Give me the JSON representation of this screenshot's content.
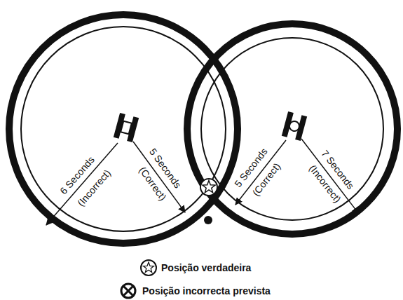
{
  "diagram": {
    "labels": [
      "6 Seconds",
      "(Incorrect)",
      "5 Seconds",
      "(Correct)",
      "5 Seconds",
      "(Correct)",
      "7 Seconds",
      "(Incorrect)"
    ],
    "legend": [
      {
        "text": "Posição verdadeira"
      },
      {
        "text": "Posição incorrecta prevista"
      }
    ]
  }
}
